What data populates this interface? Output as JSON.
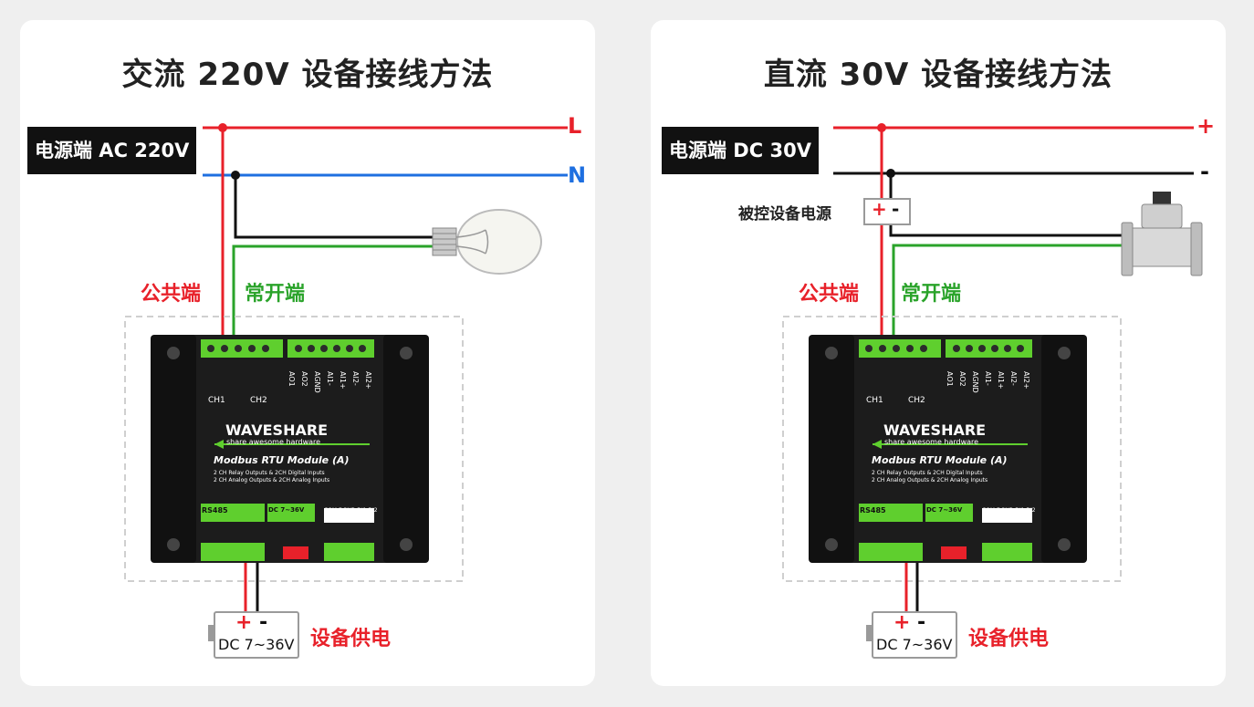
{
  "colors": {
    "live": "#e8212a",
    "neutral": "#1e6fe0",
    "normally_open": "#2aa32a",
    "common": "#e8212a",
    "dc_negative": "#111111",
    "terminal_green": "#5fcf2e",
    "module_body": "#1c1c1c"
  },
  "ac_panel": {
    "title": "交流 220V 设备接线方法",
    "source_label": "电源端 AC 220V",
    "line_l": "L",
    "line_n": "N",
    "common_label": "公共端",
    "no_label": "常开端",
    "load_icon": "light-bulb-icon",
    "psu": {
      "plus": "+",
      "minus": "-",
      "range": "DC 7~36V"
    },
    "supply_label": "设备供电"
  },
  "dc_panel": {
    "title": "直流 30V 设备接线方法",
    "source_label": "电源端 DC 30V",
    "line_plus": "+",
    "line_minus": "-",
    "controlled_power_label": "被控设备电源",
    "controlled_plus": "+",
    "controlled_minus": "-",
    "common_label": "公共端",
    "no_label": "常开端",
    "load_icon": "solenoid-valve-icon",
    "psu": {
      "plus": "+",
      "minus": "-",
      "range": "DC 7~36V"
    },
    "supply_label": "设备供电"
  },
  "module": {
    "brand": "WAVESHARE",
    "tagline": "share awesome hardware",
    "name": "Modbus RTU Module (A)",
    "desc_line1": "2 CH Relay Outputs & 2CH Digital Inputs",
    "desc_line2": "2 CH Analog Outputs & 2CH Analog Inputs",
    "ch1": "CH1",
    "ch2": "CH2",
    "top_pins": [
      "AO1",
      "AO2",
      "AGND",
      "AI1-",
      "AI1+",
      "AI2-",
      "AI2+"
    ],
    "rs485": "RS485",
    "dc_in": "DC 7~36V",
    "bottom_pins": "COM DGND DI1 DI2"
  }
}
